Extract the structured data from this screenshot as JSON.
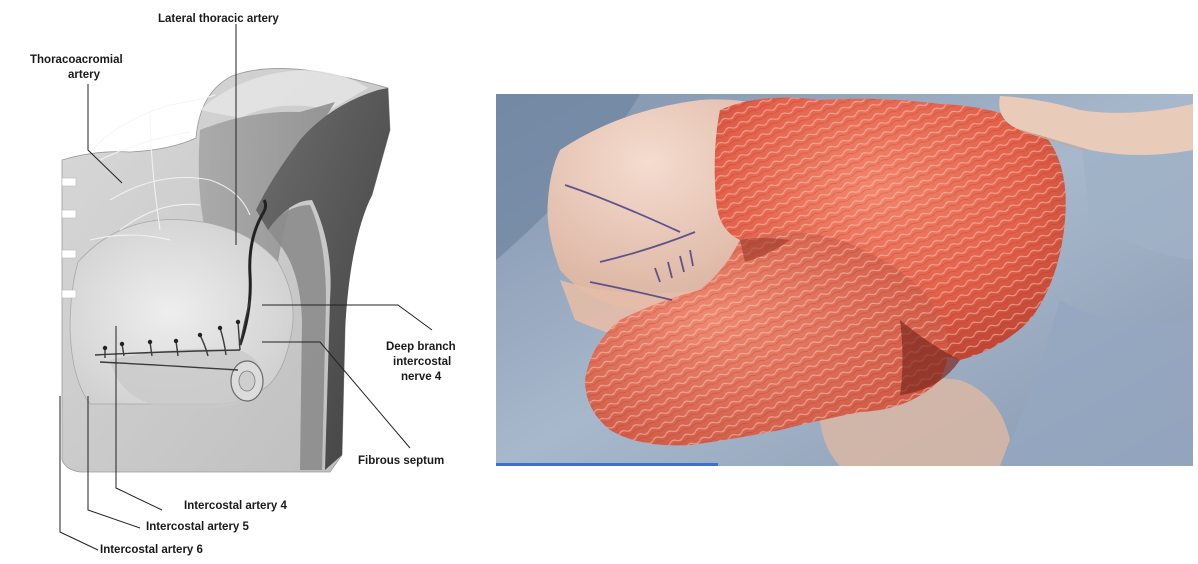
{
  "diagram": {
    "labels": {
      "lateral_thoracic_artery": "Lateral thoracic artery",
      "thoracoacromial_line1": "Thoracoacromial",
      "thoracoacromial_line2": "artery",
      "deep_branch_line1": "Deep branch",
      "deep_branch_line2": "intercostal",
      "deep_branch_line3": "nerve 4",
      "fibrous_septum": "Fibrous septum",
      "intercostal_artery_4": "Intercostal artery 4",
      "intercostal_artery_5": "Intercostal artery 5",
      "intercostal_artery_6": "Intercostal artery 6"
    }
  },
  "photo": {
    "colors": {
      "drape": "#8fa3bc",
      "skin": "#e9c6b6",
      "tissue": "#e0604a",
      "tissue_dark": "#b13a2b",
      "marker": "#4a3f86",
      "progress": "#3d6fd0"
    }
  }
}
